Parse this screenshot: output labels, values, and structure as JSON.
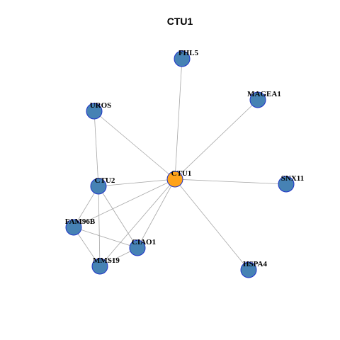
{
  "title": "CTU1",
  "colors": {
    "center_node": "#ffa31a",
    "neighbor_node": "#4682b4",
    "node_border": "#1f33c8",
    "edge": "#a6a6a6"
  },
  "nodes": [
    {
      "id": "CTU1",
      "label": "CTU1",
      "role": "center"
    },
    {
      "id": "FHL5",
      "label": "FHL5",
      "role": "neighbor"
    },
    {
      "id": "MAGEA1",
      "label": "MAGEA1",
      "role": "neighbor"
    },
    {
      "id": "UROS",
      "label": "UROS",
      "role": "neighbor"
    },
    {
      "id": "SNX11",
      "label": "SNX11",
      "role": "neighbor"
    },
    {
      "id": "CTU2",
      "label": "CTU2",
      "role": "neighbor"
    },
    {
      "id": "FAM96B",
      "label": "FAM96B",
      "role": "neighbor"
    },
    {
      "id": "CIAO1",
      "label": "CIAO1",
      "role": "neighbor"
    },
    {
      "id": "MMS19",
      "label": "MMS19",
      "role": "neighbor"
    },
    {
      "id": "HSPA4",
      "label": "HSPA4",
      "role": "neighbor"
    }
  ],
  "edges": [
    [
      "CTU1",
      "FHL5"
    ],
    [
      "CTU1",
      "MAGEA1"
    ],
    [
      "CTU1",
      "UROS"
    ],
    [
      "CTU1",
      "SNX11"
    ],
    [
      "CTU1",
      "CTU2"
    ],
    [
      "CTU1",
      "FAM96B"
    ],
    [
      "CTU1",
      "CIAO1"
    ],
    [
      "CTU1",
      "MMS19"
    ],
    [
      "CTU1",
      "HSPA4"
    ],
    [
      "UROS",
      "CTU2"
    ],
    [
      "CTU2",
      "FAM96B"
    ],
    [
      "CTU2",
      "CIAO1"
    ],
    [
      "CTU2",
      "MMS19"
    ],
    [
      "FAM96B",
      "CIAO1"
    ],
    [
      "FAM96B",
      "MMS19"
    ],
    [
      "CIAO1",
      "MMS19"
    ]
  ]
}
